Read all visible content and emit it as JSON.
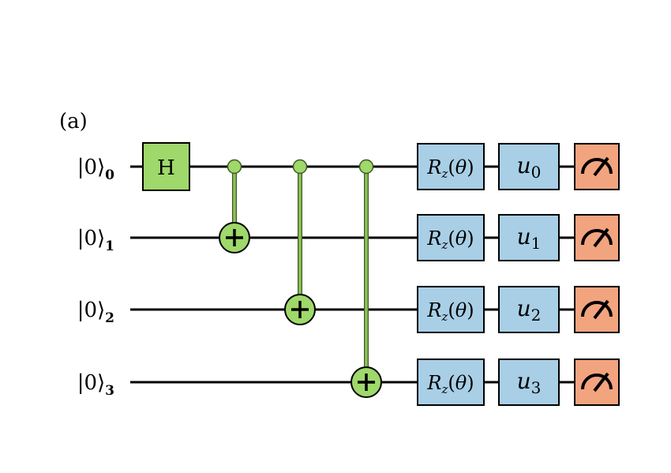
{
  "figure": {
    "panel_label": "(a)"
  },
  "qubits": [
    {
      "ket": "|0⟩",
      "index": "0",
      "rz": "θ",
      "u_base": "u",
      "u_sub": "0"
    },
    {
      "ket": "|0⟩",
      "index": "1",
      "rz": "θ",
      "u_base": "u",
      "u_sub": "1"
    },
    {
      "ket": "|0⟩",
      "index": "2",
      "rz": "θ",
      "u_base": "u",
      "u_sub": "2"
    },
    {
      "ket": "|0⟩",
      "index": "3",
      "rz": "θ",
      "u_base": "u",
      "u_sub": "3"
    }
  ],
  "gates": {
    "hadamard": {
      "label": "H",
      "qubit": 0
    },
    "rz_base": "R",
    "rz_sub": "z",
    "cnots": [
      {
        "control": 0,
        "target": 1
      },
      {
        "control": 0,
        "target": 2
      },
      {
        "control": 0,
        "target": 3
      }
    ],
    "measure": {
      "icon": "meter-icon"
    }
  },
  "colors": {
    "hadamard_fill": "#9fd86b",
    "cnot_fill": "#9fd86b",
    "rz_fill": "#a8cfe6",
    "u_fill": "#a8cfe6",
    "measure_fill": "#f2a47f",
    "wire": "#000000",
    "control_line": "#8fc25d"
  }
}
